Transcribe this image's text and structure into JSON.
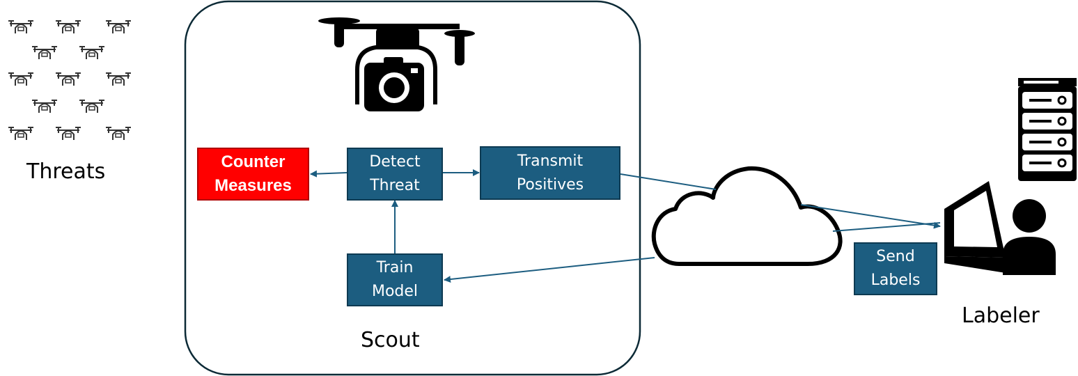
{
  "threats_label": "Threats",
  "scout_label": "Scout",
  "labeler_label": "Labeler",
  "boxes": {
    "counter_measures": "Counter\nMeasures",
    "detect_threat": "Detect\nThreat",
    "transmit_positives": "Transmit\nPositives",
    "train_model": "Train\nModel",
    "send_labels": "Send\nLabels"
  },
  "colors": {
    "box_fill": "#1c5d80",
    "alert_fill": "#ff0000",
    "arrow": "#1c5d80",
    "outline": "#0c2a36"
  },
  "icons": [
    "drone-swarm-icon",
    "camera-drone-icon",
    "cloud-icon",
    "server-icon",
    "laptop-user-icon"
  ]
}
